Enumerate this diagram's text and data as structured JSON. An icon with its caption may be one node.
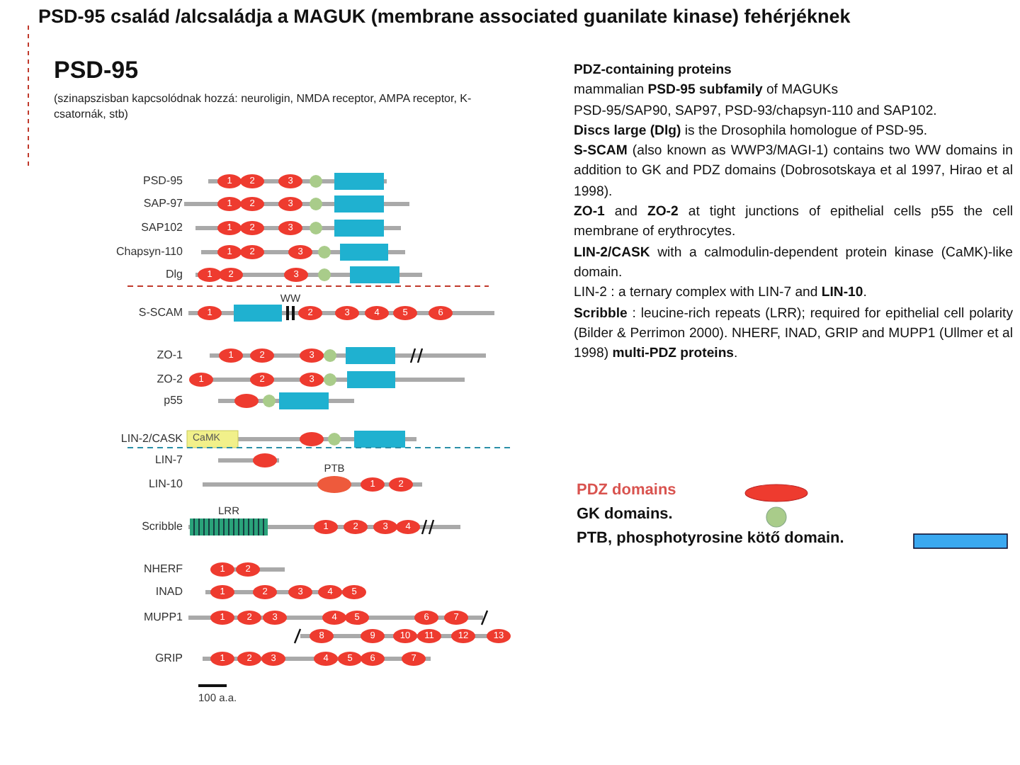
{
  "diagram": {
    "title": "PSD-95 család /alcsaládja a MAGUK (membrane associated guanilate kinase) fehérjéknek",
    "labels": [
      "PSD-95",
      "(szinapszisban kapcsolódnak hozzá: neuroligin, NMDA receptor, AMPA receptor, K-csatornák, stb)",
      "PSD-95",
      "1",
      "2",
      "3",
      "SAP-97",
      "1",
      "2",
      "3",
      "SAP102",
      "1",
      "2",
      "3",
      "Chapsyn-110",
      "1",
      "2",
      "3",
      "Dlg",
      "1",
      "2",
      "3",
      "S-SCAM",
      "1",
      "WW",
      "2",
      "3",
      "4",
      "5",
      "6",
      "ZO-1",
      "1",
      "2",
      "3",
      "ZO-2",
      "1",
      "2",
      "3",
      "p55",
      "LIN-2/CASK",
      "CaMK",
      "LIN-7",
      "LIN-10",
      "PTB",
      "1",
      "2",
      "Scribble",
      "LRR",
      "1",
      "2",
      "3",
      "4",
      "NHERF",
      "1",
      "2",
      "INAD",
      "1",
      "2",
      "3",
      "4",
      "5",
      "MUPP1",
      "1",
      "2",
      "3",
      "4",
      "5",
      "6",
      "7",
      "8",
      "9",
      "10",
      "11",
      "12",
      "13",
      "GRIP",
      "1",
      "2",
      "3",
      "4",
      "5",
      "6",
      "7",
      "100 a.a.",
      "PDZ-containing proteins",
      "mammalian **PSD-95 subfamily** of MAGUKs",
      "PSD-95/SAP90, SAP97, PSD-93/chapsyn-110 and SAP102.",
      "**Discs large (Dlg)** is the Drosophila homologue of PSD-95.",
      "**S-SCAM** (also known as WWP3/MAGI-1) contains two WW domains in addition to GK and PDZ domains (Dobrosotskaya et al 1997, Hirao et al 1998).",
      "**ZO-1** and **ZO-2** at tight junctions of epithelial cells p55 the cell membrane of erythrocytes.",
      "**LIN-2/CASK** with a calmodulin-dependent protein kinase (CaMK)-like domain.",
      "LIN-2 : a ternary complex with LIN-7 and **LIN-10**.",
      "**Scribble** : leucine-rich repeats (LRR); required for epithelial cell polarity (Bilder & Perrimon 2000). NHERF, INAD, GRIP and MUPP1 (Ullmer et al 1998) **multi-PDZ proteins**."
    ],
    "legend": [
      {
        "text": "PDZ domains",
        "color": "#ee3b2f"
      },
      {
        "text": "GK domains.",
        "color": "#a9cc8a"
      },
      {
        "text": "PTB, phosphotyrosine kötő domain.",
        "color": "#3aa8f0"
      }
    ]
  }
}
